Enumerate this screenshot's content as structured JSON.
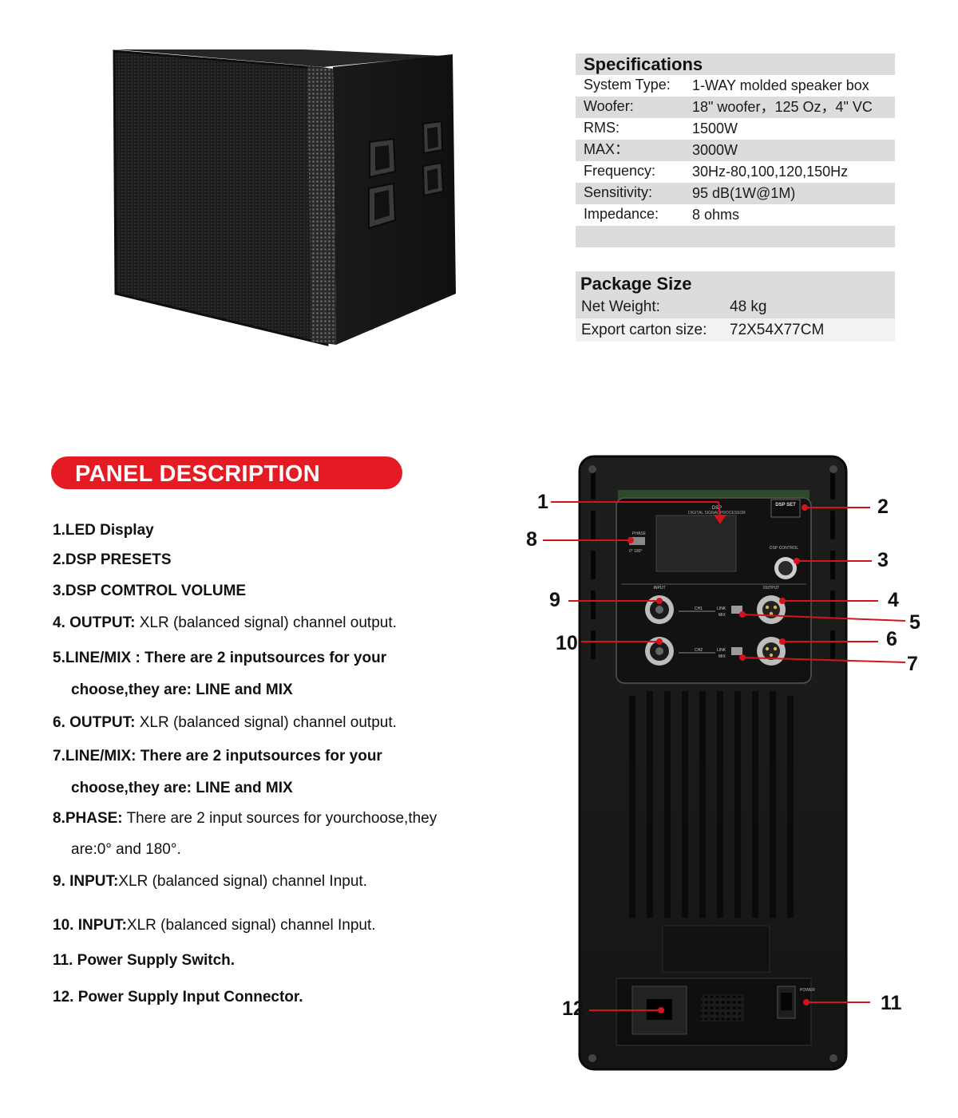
{
  "specifications": {
    "title": "Specifications",
    "rows": [
      {
        "label": "System Type:",
        "value": "1-WAY molded speaker box"
      },
      {
        "label": "Woofer:",
        "value": "18\" woofer，125 Oz，4\" VC"
      },
      {
        "label": "RMS:",
        "value": "1500W"
      },
      {
        "label": "MAX：",
        "value": "3000W"
      },
      {
        "label": "Frequency:",
        "value": "30Hz-80,100,120,150Hz"
      },
      {
        "label": "Sensitivity:",
        "value": "95 dB(1W@1M)"
      },
      {
        "label": "Impedance:",
        "value": "8 ohms"
      }
    ]
  },
  "package": {
    "title": "Package Size",
    "rows": [
      {
        "label": "Net Weight:",
        "value": "48 kg"
      },
      {
        "label": "Export carton size:",
        "value": "72X54X77CM"
      }
    ]
  },
  "panel": {
    "heading": "PANEL DESCRIPTION",
    "items": [
      {
        "bold": "1.LED Display",
        "text": ""
      },
      {
        "bold": "2.DSP PRESETS",
        "text": ""
      },
      {
        "bold": "3.DSP COMTROL VOLUME",
        "text": ""
      },
      {
        "bold": "4. OUTPUT:",
        "text": " XLR (balanced signal) channel output."
      },
      {
        "bold": "5.LINE/MIX : There are 2 inputsources for your",
        "text": ""
      },
      {
        "bold": "choose,they are: LINE and MIX",
        "text": ""
      },
      {
        "bold": "6. OUTPUT:",
        "text": " XLR (balanced signal) channel  output."
      },
      {
        "bold": "7.LINE/MIX: There are 2 inputsources for your",
        "text": ""
      },
      {
        "bold": "choose,they are: LINE and MIX",
        "text": ""
      },
      {
        "bold": "8.PHASE:",
        "text": " There are 2 input sources for yourchoose,they"
      },
      {
        "bold": "",
        "text": "are:0° and 180°."
      },
      {
        "bold": "9. INPUT:",
        "text": "XLR (balanced signal) channel  Input."
      },
      {
        "bold": "10. INPUT:",
        "text": "XLR (balanced signal) channel  Input."
      },
      {
        "bold": "11. Power Supply Switch.",
        "text": ""
      },
      {
        "bold": "12. Power Supply Input Connector.",
        "text": ""
      }
    ]
  },
  "rear_panel": {
    "callouts": [
      "1",
      "2",
      "3",
      "4",
      "5",
      "6",
      "7",
      "8",
      "9",
      "10",
      "11",
      "12"
    ],
    "labels": {
      "dsp_title": "DSP",
      "dsp_subtitle": "DIGITAL SIGNAL PROCESSOR",
      "dsp_preset": "DSP SET",
      "phase": "PHASE",
      "phase_values": "0°  180°",
      "dsp_control": "DSP CONTROL",
      "input": "INPUT",
      "output": "OUTPUT",
      "ch1": "CH1",
      "ch2": "CH2",
      "link": "LINK",
      "mix": "MIX",
      "power": "POWER"
    }
  },
  "colors": {
    "accent": "#e41b23",
    "callout_line": "#d4141c",
    "table_shade": "#dcdcdc"
  }
}
